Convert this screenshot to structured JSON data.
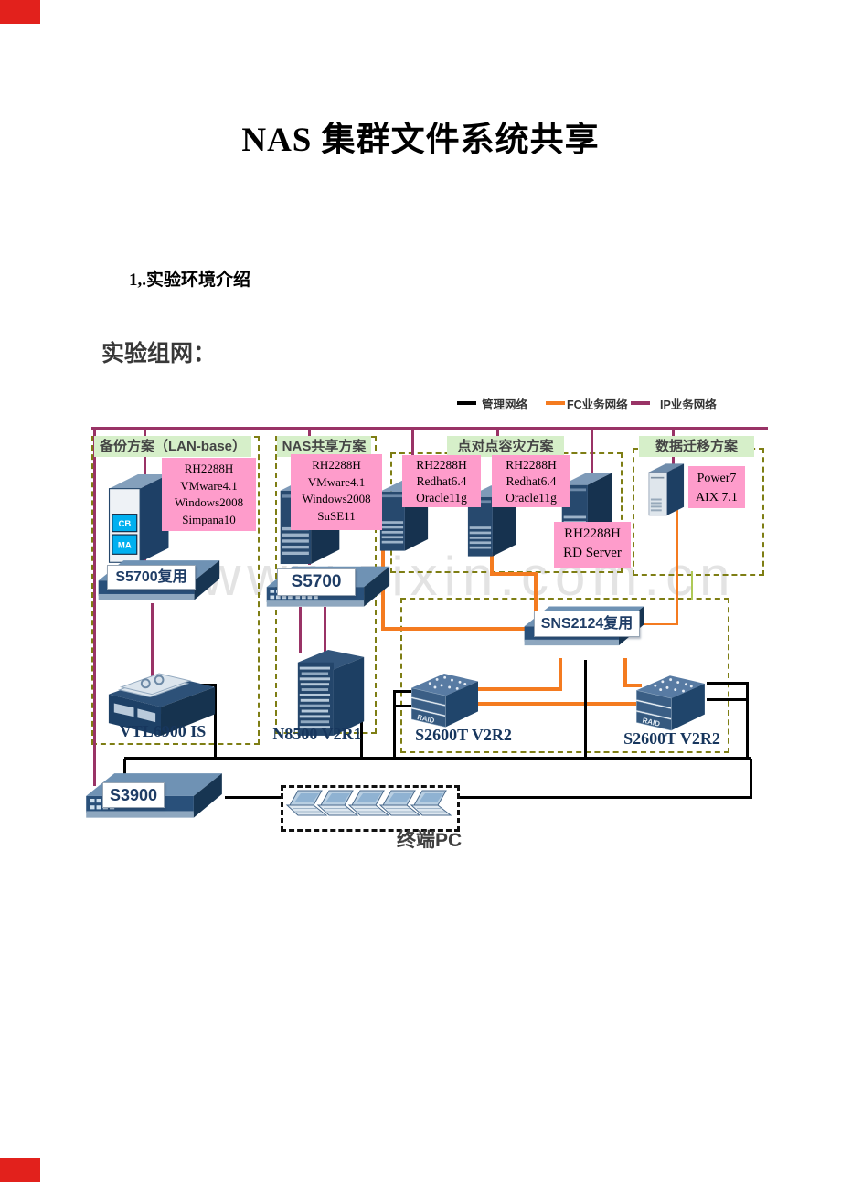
{
  "page": {
    "title": "NAS 集群文件系统共享",
    "section_heading": "1,.实验环境介绍",
    "subheading": "实验组网：",
    "watermark": "www.zixin.com.cn"
  },
  "legend": {
    "items": [
      {
        "label": "管理网络",
        "color": "#000000"
      },
      {
        "label": "FC业务网络",
        "color": "#f47b20"
      },
      {
        "label": "IP业务网络",
        "color": "#993366"
      }
    ]
  },
  "schemes": {
    "backup": "备份方案（LAN-base）",
    "nas": "NAS共享方案",
    "p2p": "点对点容灾方案",
    "migration": "数据迁移方案"
  },
  "server_labels": {
    "backup": {
      "lines": [
        "RH2288H",
        "VMware4.1",
        "Windows2008",
        "Simpana10"
      ]
    },
    "nas": {
      "lines": [
        "RH2288H",
        "VMware4.1",
        "Windows2008",
        "SuSE11"
      ]
    },
    "oracle1": {
      "lines": [
        "RH2288H",
        "Redhat6.4",
        "Oracle11g"
      ]
    },
    "oracle2": {
      "lines": [
        "RH2288H",
        "Redhat6.4",
        "Oracle11g"
      ]
    },
    "rd": {
      "lines": [
        "RH2288H",
        "RD Server"
      ]
    },
    "power7": {
      "lines": [
        "Power7",
        "AIX 7.1"
      ]
    }
  },
  "devices": {
    "s5700_reuse": "S5700复用",
    "s5700": "S5700",
    "sns2124": "SNS2124复用",
    "s3900": "S3900",
    "vtl6900": "VTL6900 IS",
    "n8500": "N8500 V2R1",
    "s2600t_left": "S2600T V2R2",
    "s2600t_right": "S2600T V2R2",
    "raid_left": "RAID",
    "raid_right": "RAID",
    "cb_badge": "CB",
    "ma_badge": "MA",
    "terminal_pc": "终端PC"
  },
  "colors": {
    "ip_network": "#993366",
    "fc_network": "#f47b20",
    "mgmt_network": "#000000",
    "scheme_box_dash": "#7e7e14",
    "pink_label": "#fe9ccb",
    "scheme_label_bg": "#d6efc9",
    "navy_label": "#17365d",
    "red_mark": "#e2211c"
  }
}
